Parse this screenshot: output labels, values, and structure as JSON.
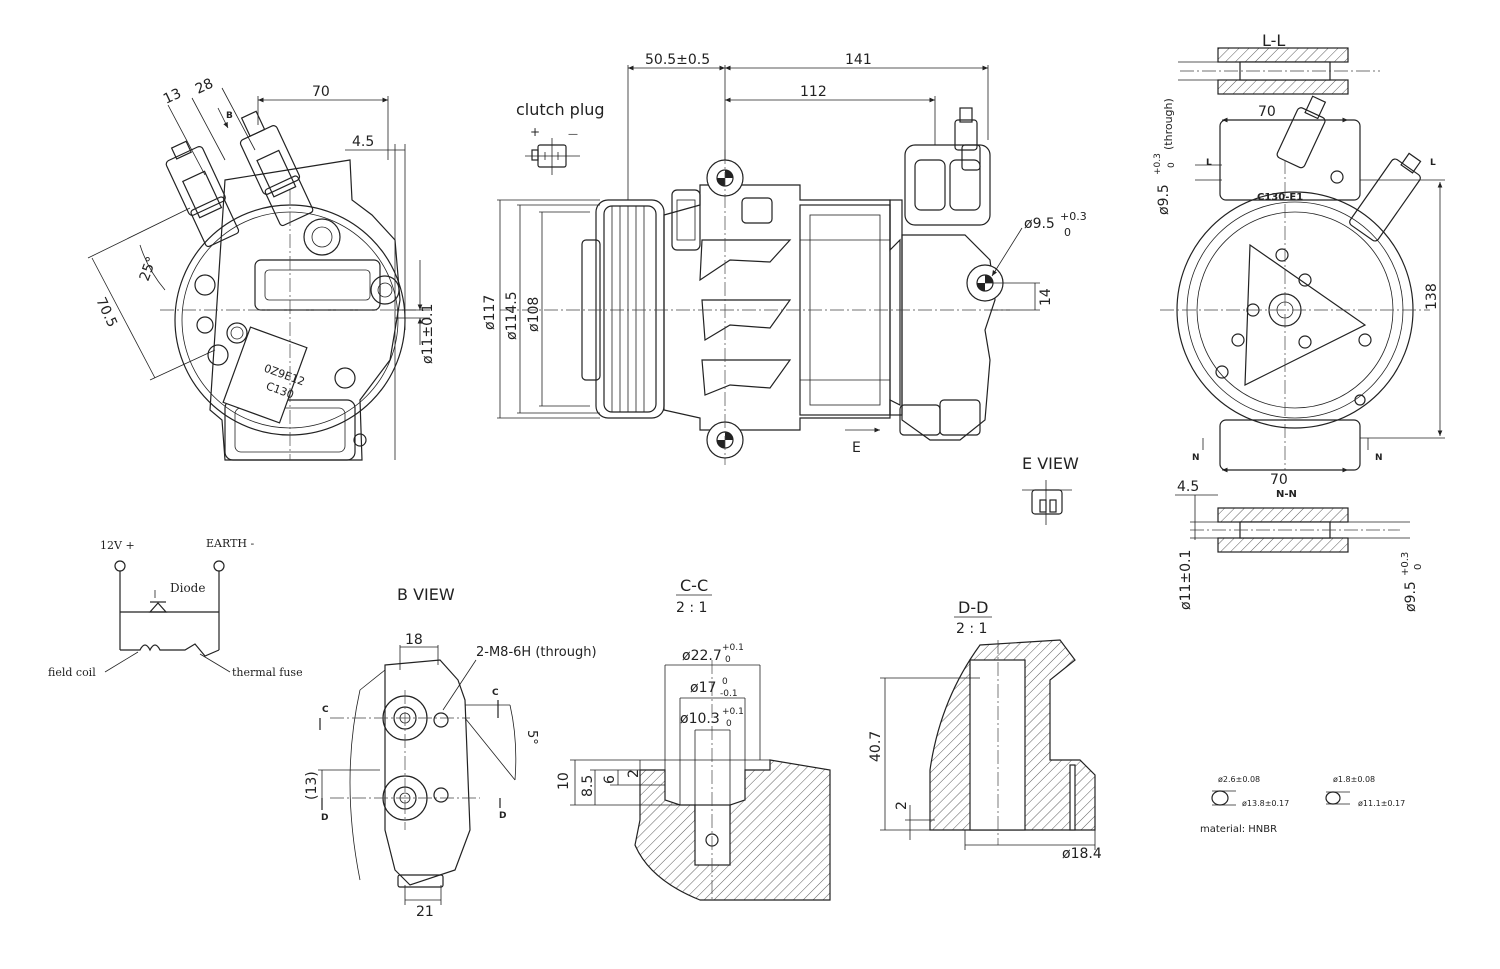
{
  "left_view": {
    "dims": {
      "d13": "13",
      "d28": "28",
      "d70": "70",
      "d4_5": "4.5",
      "d25": "25°",
      "d70_5": "70.5",
      "d11": "ø11±0.1",
      "arrow_b": "B"
    },
    "label_text": [
      "C130",
      "0Z9E12"
    ]
  },
  "main_view": {
    "dims": {
      "d50_5": "50.5±0.5",
      "d141": "141",
      "d112": "112",
      "d117": "ø117",
      "d114_5": "ø114.5",
      "d108": "ø108",
      "d9_5": "ø9.5",
      "d9_5_tol_up": "+0.3",
      "d9_5_tol_low": "0",
      "d14": "14",
      "arrow_e": "E"
    }
  },
  "clutch_plug": {
    "title": "clutch plug",
    "plus": "+",
    "minus": "—"
  },
  "right_view": {
    "section_title": "L-L",
    "dims": {
      "d70_top": "70",
      "d138": "138",
      "d70_bottom": "70",
      "d9_5": "ø9.5",
      "d9_5_tol_up": "+0.3",
      "d9_5_tol_low": "0",
      "d9_5_note": "(through)",
      "marker_l": "L",
      "marker_n": "N"
    },
    "model_label": "C130-E1"
  },
  "e_view": {
    "title": "E VIEW"
  },
  "nn_section": {
    "title": "N-N",
    "dims": {
      "d4_5": "4.5",
      "d11": "ø11±0.1",
      "d9_5": "ø9.5",
      "d9_5_tol_up": "+0.3",
      "d9_5_tol_low": "0"
    }
  },
  "wiring": {
    "plus_label": "12V +",
    "earth_label": "EARTH -",
    "diode_label": "Diode",
    "field_coil_label": "field coil",
    "thermal_fuse_label": "thermal fuse"
  },
  "b_view": {
    "title": "B VIEW",
    "dims": {
      "d18": "18",
      "thread": "2-M8-6H (through)",
      "d5": "5°",
      "d13": "(13)",
      "d21": "21",
      "marker_c": "C",
      "marker_d": "D"
    }
  },
  "cc_section": {
    "title": "C-C",
    "scale": "2 : 1",
    "dims": {
      "d22_7": "ø22.7",
      "d22_7_tol_up": "+0.1",
      "d22_7_tol_low": "0",
      "d17": "ø17",
      "d17_tol_up": "0",
      "d17_tol_low": "-0.1",
      "d10_3": "ø10.3",
      "d10_3_tol_up": "+0.1",
      "d10_3_tol_low": "0",
      "h10": "10",
      "h8_5": "8.5",
      "h6": "6",
      "h2": "2"
    }
  },
  "dd_section": {
    "title": "D-D",
    "scale": "2 : 1",
    "dims": {
      "h40_7": "40.7",
      "h2": "2",
      "d18_4": "ø18.4"
    }
  },
  "orings": {
    "ring1": {
      "cross": "ø2.6±0.08",
      "inner": "ø13.8±0.17"
    },
    "ring2": {
      "cross": "ø1.8±0.08",
      "inner": "ø11.1±0.17"
    },
    "material": "material: HNBR"
  }
}
